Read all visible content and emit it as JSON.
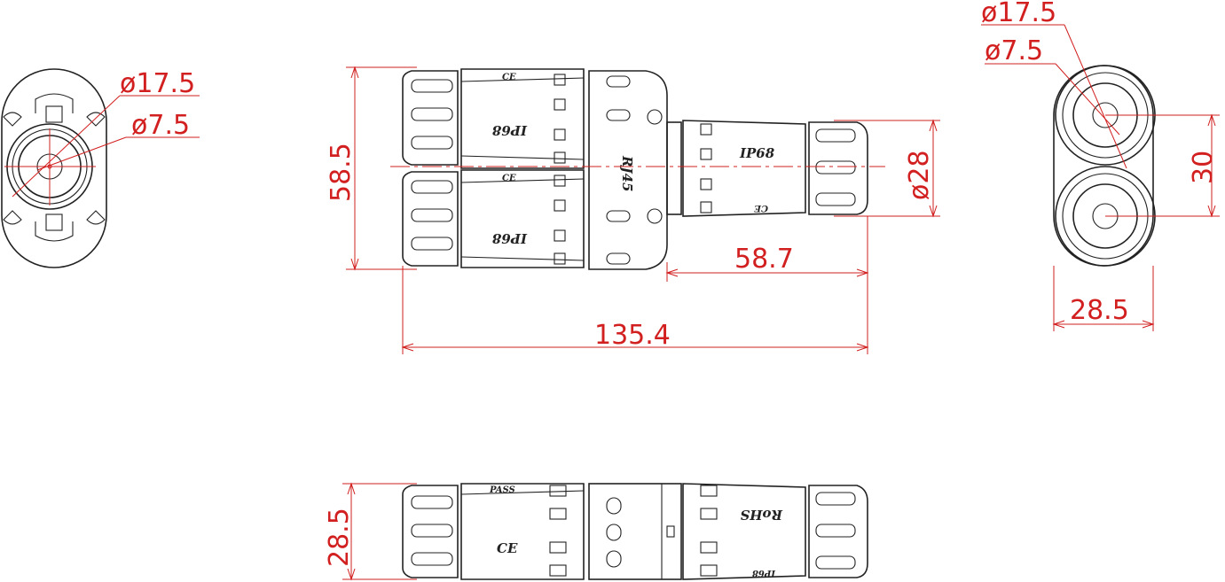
{
  "colors": {
    "outline": "#222222",
    "dimension": "#d21f1f",
    "background": "#ffffff"
  },
  "dimensions": {
    "left_outer_dia": "ø17.5",
    "left_inner_dia": "ø7.5",
    "height_total": "58.5",
    "body_dia": "ø28",
    "branch_length": "58.7",
    "overall_length": "135.4",
    "right_outer_dia": "ø17.5",
    "right_inner_dia": "ø7.5",
    "center_spacing": "30",
    "right_width": "28.5",
    "bottom_height": "28.5"
  },
  "markings": {
    "ip_upper": "IP68",
    "ip_lower": "IP68",
    "ip_branch": "IP68",
    "rj45": "RJ45",
    "ce_upper": "CE",
    "ce_lower": "CE",
    "ce_branch": "CE",
    "bottom_pass": "PASS",
    "bottom_ce": "CE",
    "bottom_rohs": "RoHS",
    "bottom_ip": "IP68"
  }
}
